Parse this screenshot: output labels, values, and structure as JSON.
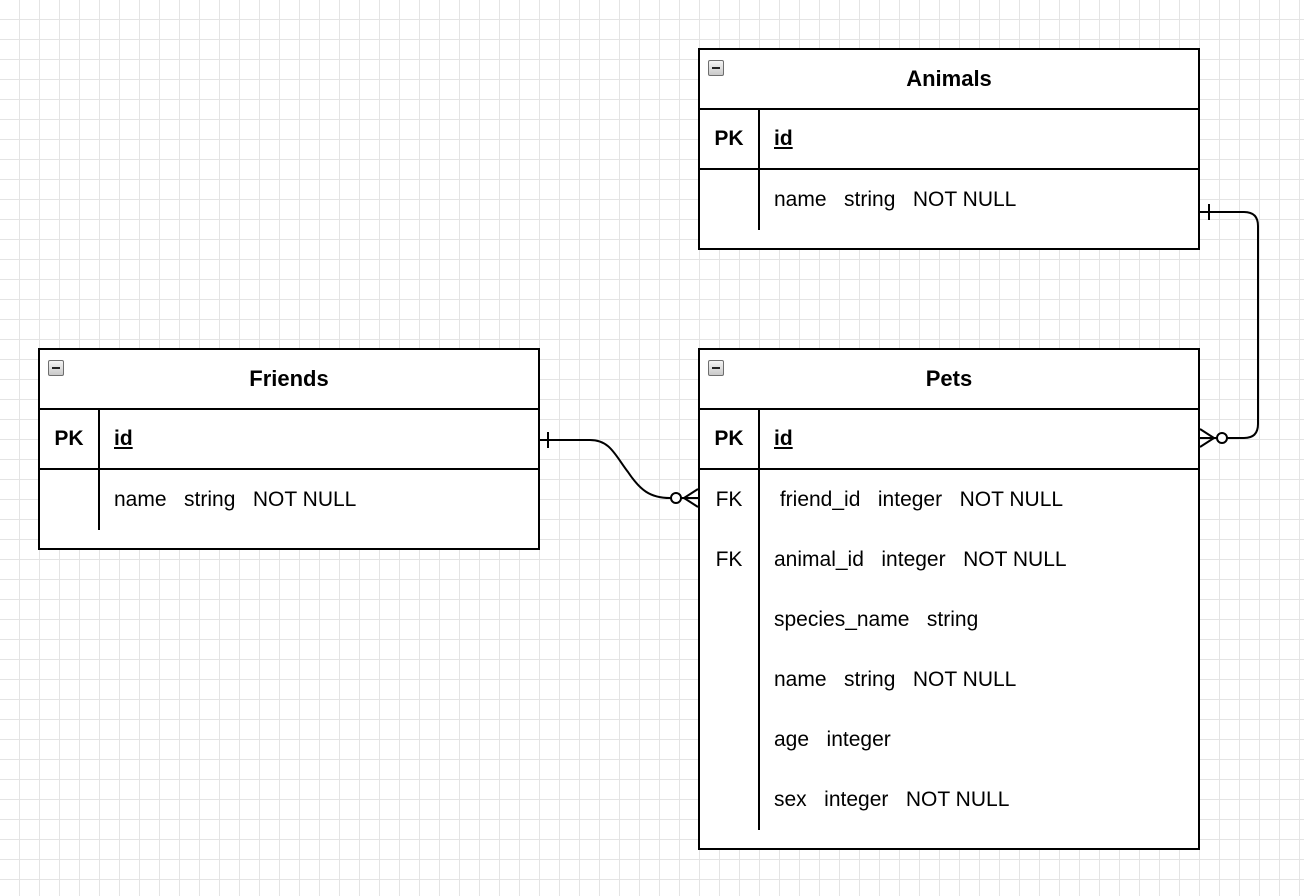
{
  "entities": {
    "animals": {
      "title": "Animals",
      "pk": {
        "key": "PK",
        "field": "id"
      },
      "rows": [
        {
          "key": "",
          "field": "name   string   NOT NULL"
        }
      ]
    },
    "friends": {
      "title": "Friends",
      "pk": {
        "key": "PK",
        "field": "id"
      },
      "rows": [
        {
          "key": "",
          "field": "name   string   NOT NULL"
        }
      ]
    },
    "pets": {
      "title": "Pets",
      "pk": {
        "key": "PK",
        "field": "id"
      },
      "rows": [
        {
          "key": "FK",
          "field": " friend_id   integer   NOT NULL"
        },
        {
          "key": "FK",
          "field": "animal_id   integer   NOT NULL"
        },
        {
          "key": "",
          "field": "species_name   string"
        },
        {
          "key": "",
          "field": "name   string   NOT NULL"
        },
        {
          "key": "",
          "field": "age   integer"
        },
        {
          "key": "",
          "field": "sex   integer   NOT NULL"
        }
      ]
    }
  },
  "relationships": [
    {
      "from": "friends",
      "from_cardinality": "one",
      "to": "pets",
      "to_cardinality": "zero-or-many"
    },
    {
      "from": "animals",
      "from_cardinality": "one",
      "to": "pets",
      "to_cardinality": "zero-or-many"
    }
  ]
}
